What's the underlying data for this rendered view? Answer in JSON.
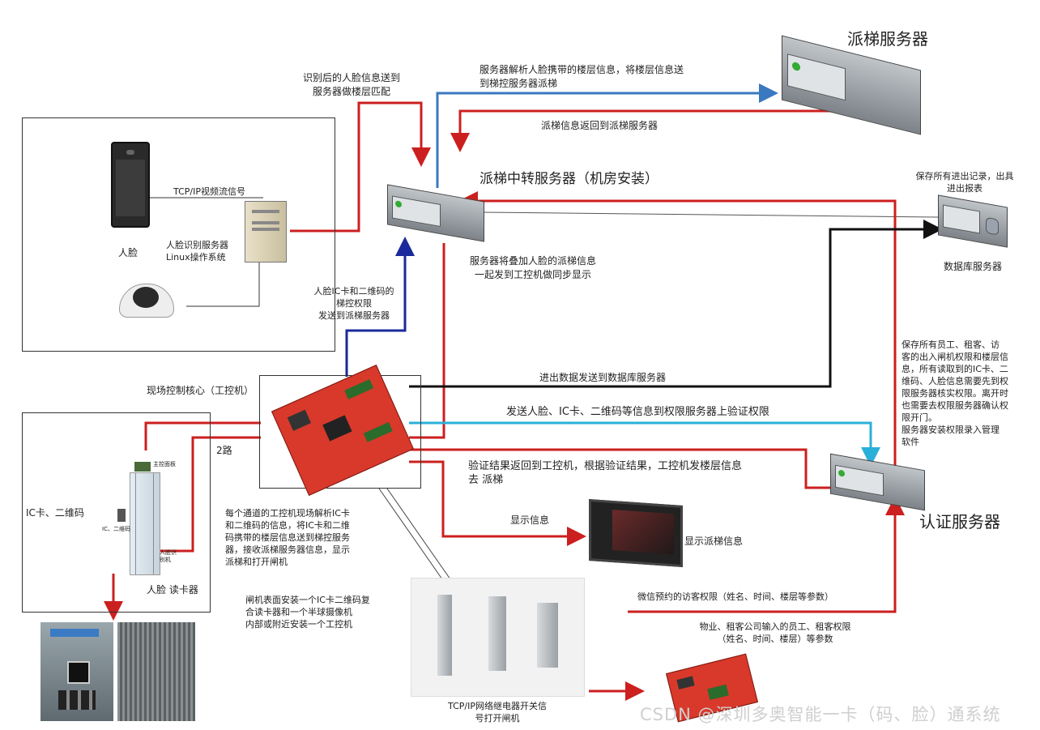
{
  "servers": {
    "dispatch": "派梯服务器",
    "relay": "派梯中转服务器（机房安装）",
    "database": "数据库服务器",
    "auth": "认证服务器"
  },
  "devices": {
    "face_label": "人脸",
    "face_server": "人脸识别服务器\nLinux操作系统",
    "tcp_video": "TCP/IP视频流信号",
    "control_core": "现场控制核心（工控机）",
    "two_way": "2路",
    "ic_qr": "IC卡、二维码",
    "face_reader": "人脸 读卡器",
    "show_dispatch": "显示派梯信息",
    "relay_gate": "TCP/IP网络继电器开关信\n号打开闸机",
    "elevator_top": "主控面板",
    "elevator_ic": "IC、二维码",
    "elevator_face": "人脸识\n别机"
  },
  "annotations": {
    "face_to_server": "识别后的人脸信息送到\n服务器做楼层匹配",
    "parse_floor": "服务器解析人脸携带的楼层信息，将楼层信息送\n到梯控服务器派梯",
    "return_dispatch": "派梯信息返回到派梯服务器",
    "save_records": "保存所有进出记录，出具\n进出报表",
    "sync_display": "服务器将叠加人脸的派梯信息\n一起发到工控机做同步显示",
    "ic_qr_permission": "人脸IC卡和二维码的\n梯控权限\n发送到派梯服务器",
    "data_to_db": "进出数据发送到数据库服务器",
    "send_verify": "发送人脸、IC卡、二维码等信息到权限服务器上验证权限",
    "verify_result": "验证结果返回到工控机，根据验证结果，工控机发楼层信息\n去 派梯",
    "show_info": "显示信息",
    "auth_desc": "保存所有员工、租客、访\n客的出入闸机权限和楼层信\n息，所有读取到的IC卡、二\n维码、人脸信息需要先到权\n限服务器核实权限。离开时\n也需要去权限服务器确认权\n限开门。\n    服务器安装权限录入管理\n软件",
    "channel_parse": "每个通道的工控机现场解析IC卡\n和二维码的信息，将IC卡和二维\n码携带的楼层信息送到梯控服务\n器，接收派梯服务器信息，显示\n派梯和打开闸机",
    "gate_install": "闸机表面安装一个IC卡二维码复\n合读卡器和一个半球摄像机\n内部或附近安装一个工控机",
    "wechat_visitor": "微信预约的访客权限（姓名、时间、楼层等参数）",
    "staff_input": "物业、租客公司输入的员工、租客权限\n（姓名、时间、楼层）等参数"
  },
  "watermark": "CSDN @深圳多奥智能一卡（码、脸）通系统",
  "colors": {
    "red": "#cc1f1f",
    "blue_dark": "#1a2a9c",
    "blue_light": "#3a78c0",
    "cyan": "#2ab0d8",
    "black": "#111111"
  }
}
